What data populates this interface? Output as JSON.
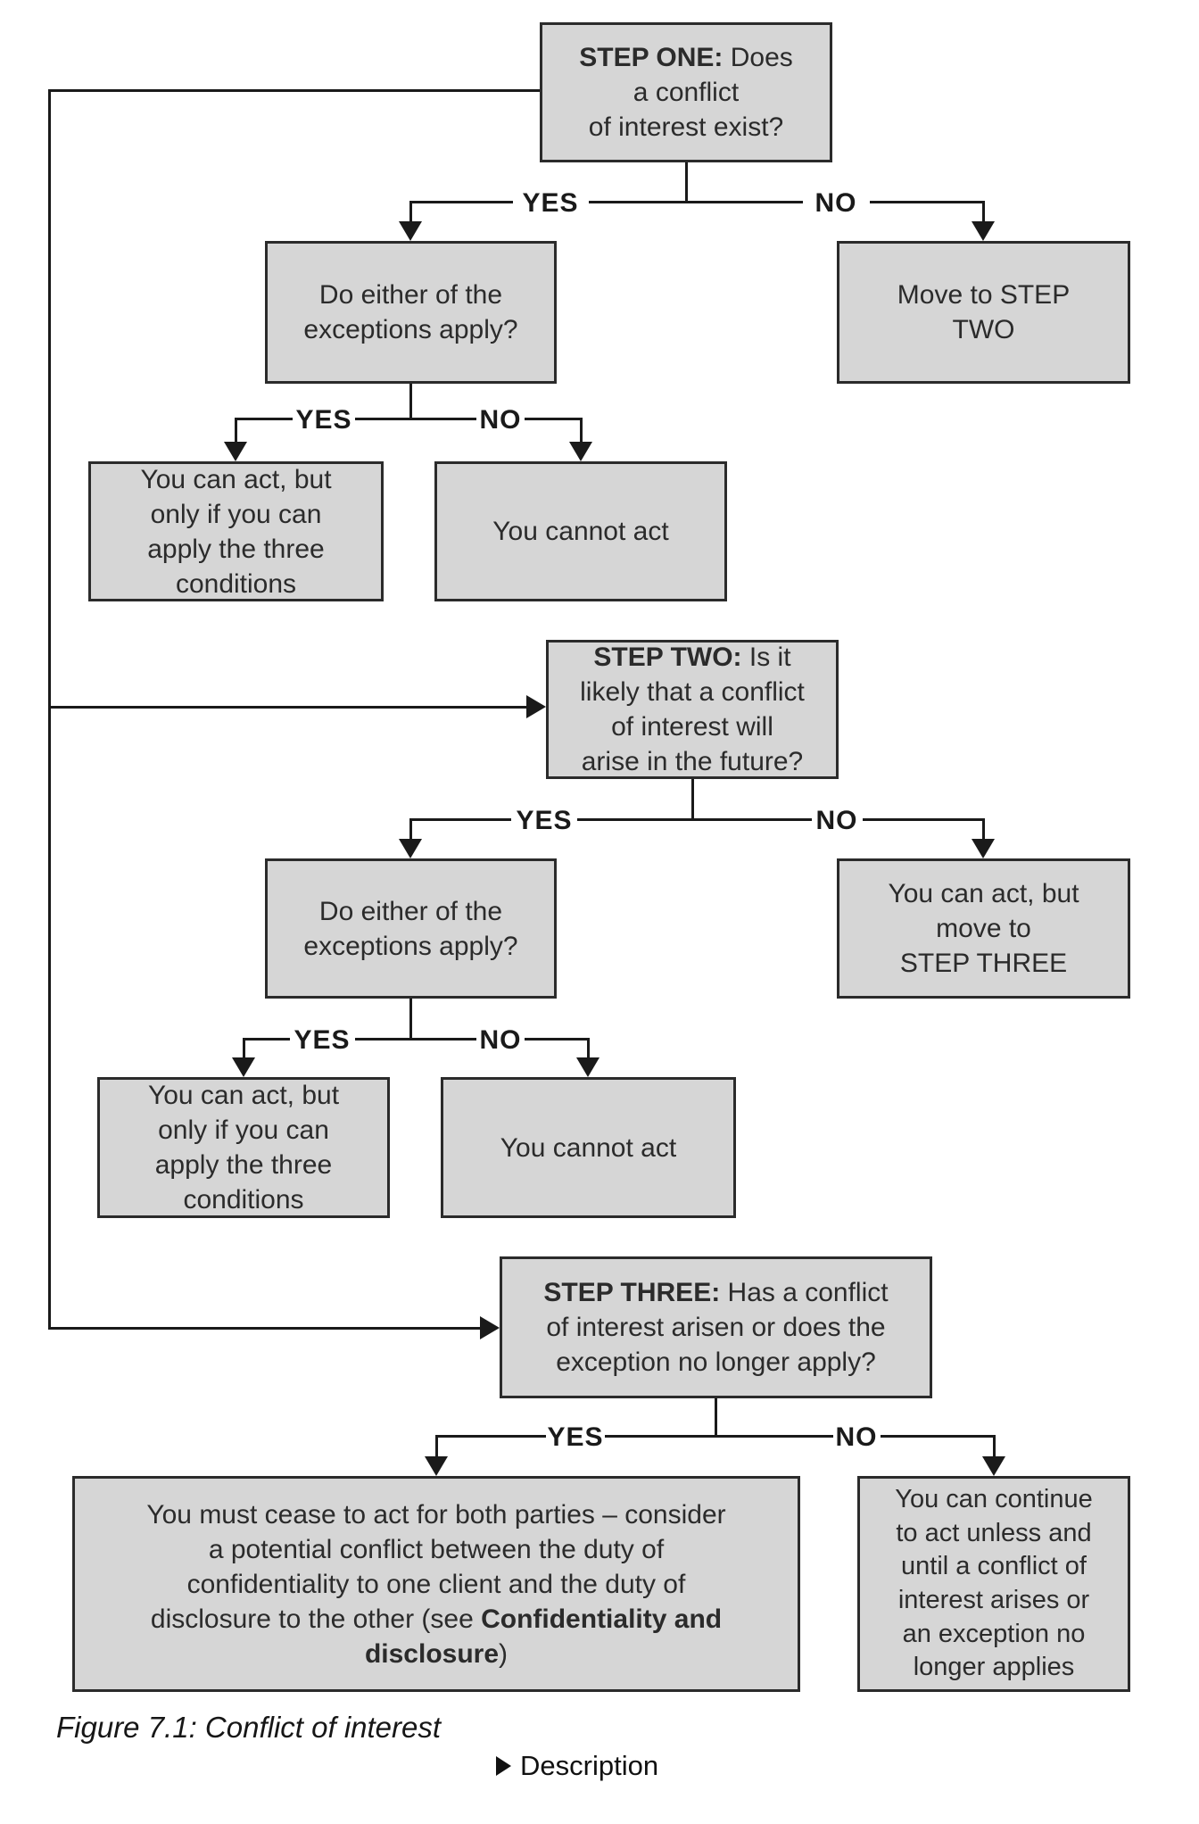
{
  "figure": {
    "caption": "Figure 7.1: Conflict of interest",
    "description_label": "Description"
  },
  "labels": {
    "yes": "YES",
    "no": "NO"
  },
  "boxes": {
    "step1": {
      "bold": "STEP ONE:",
      "rest": " Does\na conflict\nof interest exist?"
    },
    "do_either_1": {
      "text": "Do either of the\nexceptions apply?"
    },
    "move_step_two": {
      "text": "Move to STEP\nTWO"
    },
    "can_act_1": {
      "text": "You can act, but\nonly if you can\napply the three\nconditions"
    },
    "cannot_act_1": {
      "text": "You cannot act"
    },
    "step2": {
      "bold": "STEP TWO:",
      "rest": " Is it\nlikely that a conflict\nof interest will\narise in the future?"
    },
    "do_either_2": {
      "text": "Do either of the\nexceptions apply?"
    },
    "can_act_move_three": {
      "text": "You can act, but\nmove to\nSTEP THREE"
    },
    "can_act_2": {
      "text": "You can act, but\nonly if you can\napply the three\nconditions"
    },
    "cannot_act_2": {
      "text": "You cannot act"
    },
    "step3": {
      "bold": "STEP THREE:",
      "rest": " Has a conflict\nof interest arisen or does the\nexception no longer apply?"
    },
    "must_cease": {
      "pre": "You must cease to act for both parties – consider\na potential conflict between the duty of\nconfidentiality to one client and the duty of\ndisclosure to the other (see ",
      "bold": "Confidentiality and\ndisclosure",
      "post": ")"
    },
    "can_continue": {
      "text": "You can continue\nto act unless and\nuntil a conflict of\ninterest arises or\nan exception no\nlonger applies"
    }
  },
  "colors": {
    "box_fill": "#d6d6d6",
    "box_border": "#2b2b2b",
    "line": "#1a1a1a",
    "text": "#2b2b2b"
  }
}
